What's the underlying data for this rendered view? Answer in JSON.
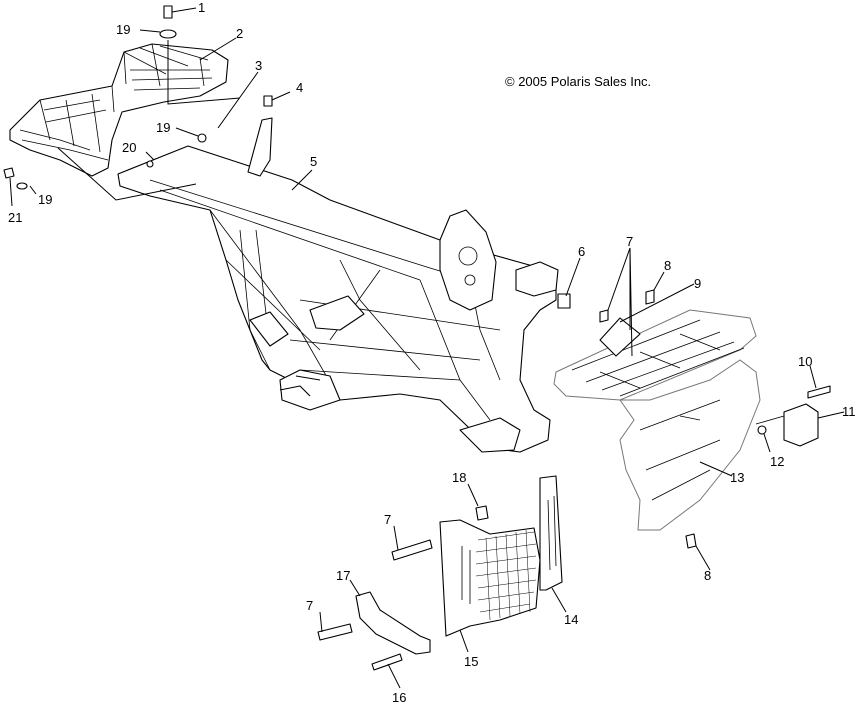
{
  "copyright": "© 2005 Polaris Sales Inc.",
  "callouts": {
    "c1": "1",
    "c2": "2",
    "c3": "3",
    "c4": "4",
    "c5": "5",
    "c6": "6",
    "c7a": "7",
    "c7b": "7",
    "c7c": "7",
    "c8a": "8",
    "c8b": "8",
    "c9": "9",
    "c10": "10",
    "c11": "11",
    "c12": "12",
    "c13": "13",
    "c14": "14",
    "c15": "15",
    "c16": "16",
    "c17": "17",
    "c18": "18",
    "c19a": "19",
    "c19b": "19",
    "c19c": "19",
    "c20": "20",
    "c21": "21"
  }
}
